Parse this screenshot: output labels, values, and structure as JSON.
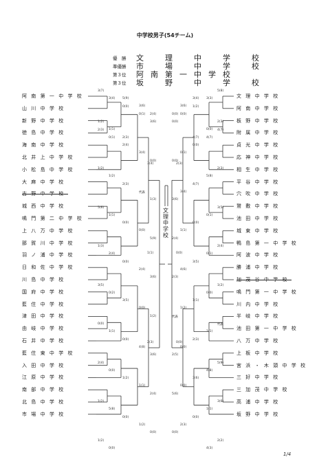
{
  "title": "中学校男子(54チーム)",
  "results": [
    {
      "rank": "優　勝",
      "name": "文　理　中　学　校"
    },
    {
      "rank": "準優勝",
      "name": "市　場　中　学　校"
    },
    {
      "rank": "第３位",
      "name": "阿南第一中学校"
    },
    {
      "rank": "第３位",
      "name": "坂　野　中　学　校"
    }
  ],
  "left_teams": [
    {
      "name": "阿南第一中学校",
      "struck": false
    },
    {
      "name": "山川中学校",
      "struck": false
    },
    {
      "name": "新野中学校",
      "struck": false
    },
    {
      "name": "徳島中学校",
      "struck": false
    },
    {
      "name": "海南中学校",
      "struck": false
    },
    {
      "name": "北井上中学校",
      "struck": false
    },
    {
      "name": "小松島中学校",
      "struck": false
    },
    {
      "name": "大麻中学校",
      "struck": false
    },
    {
      "name": "吉野中学校",
      "struck": true
    },
    {
      "name": "城西中学校",
      "struck": false
    },
    {
      "name": "鳴門第二中学校",
      "struck": false
    },
    {
      "name": "上八万中学校",
      "struck": false
    },
    {
      "name": "那賀川中学校",
      "struck": false
    },
    {
      "name": "羽ノ浦中学校",
      "struck": false
    },
    {
      "name": "日和佐中学校",
      "struck": false
    },
    {
      "name": "川島中学校",
      "struck": false
    },
    {
      "name": "国府中学校",
      "struck": false
    },
    {
      "name": "藍住中学校",
      "struck": false
    },
    {
      "name": "津田中学校",
      "struck": false
    },
    {
      "name": "由岐中学校",
      "struck": false
    },
    {
      "name": "石井中学校",
      "struck": false
    },
    {
      "name": "藍住東中学校",
      "struck": false
    },
    {
      "name": "入田中学校",
      "struck": false
    },
    {
      "name": "江原中学校",
      "struck": false
    },
    {
      "name": "南部中学校",
      "struck": false
    },
    {
      "name": "北島中学校",
      "struck": false
    },
    {
      "name": "市場中学校",
      "struck": false
    }
  ],
  "right_teams": [
    {
      "name": "文理中学校",
      "struck": false
    },
    {
      "name": "阿南中学校",
      "struck": false
    },
    {
      "name": "板野中学校",
      "struck": false
    },
    {
      "name": "附属中学校",
      "struck": false
    },
    {
      "name": "貞光中学校",
      "struck": false
    },
    {
      "name": "応神中学校",
      "struck": false
    },
    {
      "name": "相生中学校",
      "struck": false
    },
    {
      "name": "平谷中学校",
      "struck": false
    },
    {
      "name": "穴吹中学校",
      "struck": false
    },
    {
      "name": "鷲敷中学校",
      "struck": false
    },
    {
      "name": "池田中学校",
      "struck": false
    },
    {
      "name": "城東中学校",
      "struck": false
    },
    {
      "name": "鴨島第一中学校",
      "struck": false
    },
    {
      "name": "阿波中学校",
      "struck": false
    },
    {
      "name": "勝浦中学校",
      "struck": false
    },
    {
      "name": "加茂谷中学校",
      "struck": true
    },
    {
      "name": "鳴門第一中学校",
      "struck": false
    },
    {
      "name": "川内中学校",
      "struck": false
    },
    {
      "name": "半岐中学校",
      "struck": false
    },
    {
      "name": "池田第一中学校",
      "struck": false
    },
    {
      "name": "八万中学校",
      "struck": false
    },
    {
      "name": "上板中学校",
      "struck": false
    },
    {
      "name": "宮浜・木頭中学校",
      "struck": false
    },
    {
      "name": "三好中学校",
      "struck": false
    },
    {
      "name": "三加茂中学校",
      "struck": false
    },
    {
      "name": "高浦中学校",
      "struck": false
    },
    {
      "name": "坂野中学校",
      "struck": false
    }
  ],
  "scores_left": [
    "3(7)",
    "3(4)",
    "0(0)",
    "0(1)",
    "3(6)",
    "2(3)",
    "0(1)",
    "2(4)",
    "3(4)",
    "0(0)",
    "1(2)",
    "1(2)",
    "2(3)",
    "代表",
    "1(3)",
    "5(6)",
    "1(1)",
    "0(0)",
    "0(0)",
    "5(9)",
    "1(3)",
    "2(4)",
    "0(0)",
    "2(4)",
    "3(6)",
    "3(5)",
    "0(2)",
    "3(5)",
    "0(0)",
    "1(2)",
    "0(0)",
    "1(1)",
    "0(0)",
    "4(8)",
    "3(6)",
    "2(4)",
    "0(0)",
    "1(2)",
    "1(1)",
    "2(4)",
    "1(2)",
    "5(8)",
    "0(0)",
    "1(2)",
    "0(0)",
    "1(2)",
    "0(0)",
    "5(9)",
    "3(6)",
    "2(4)",
    "1(2)",
    "1(1)",
    "2(3)"
  ],
  "scores_right": [
    "5(8)",
    "3(3)",
    "1(2)",
    "0(0)",
    "0(0)",
    "4(7)",
    "4(7)",
    "0(0)",
    "0(1)",
    "0(0)",
    "2(3)",
    "5(8)",
    "4(7)",
    "3(4)",
    "3(6)",
    "3(5)",
    "0(1)",
    "0(0)",
    "1(1)",
    "2(4)",
    "2(4)",
    "0(1)",
    "3(5)",
    "4(6)",
    "2(3)",
    "1(2)",
    "0(0)",
    "1(1)",
    "1(2)",
    "代表",
    "代表",
    "1(1)",
    "2(3)",
    "0(0)",
    "2(5)",
    "5(9)",
    "4(8)",
    "3(6)",
    "0(0)",
    "5(6)",
    "3(6)",
    "1(1)",
    "0(0)",
    "2(3)",
    "0(0)",
    "2(2)",
    "4(3)",
    "3(4)",
    "3(6)",
    "0(0)",
    "2(3)",
    "0(0)",
    "4(7)"
  ],
  "center_scores": [
    "3(4)",
    "2(3)",
    "1(1)",
    "0(0)",
    "2(3)",
    "0(0)"
  ],
  "winner": "文理中学校",
  "page_number": "1/4"
}
